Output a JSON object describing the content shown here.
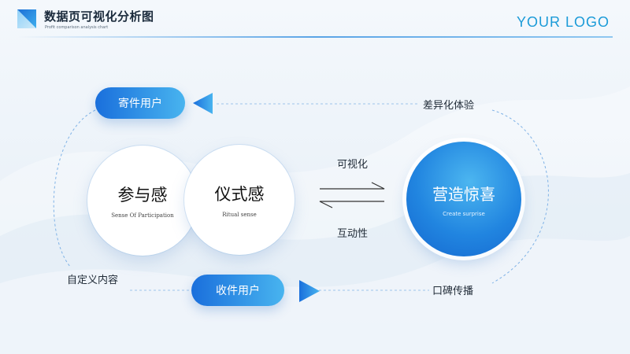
{
  "header": {
    "title": "数据页可视化分析图",
    "subtitle": "Profit comparison analysis chart",
    "brand": "YOUR LOGO"
  },
  "pills": {
    "send_user": "寄件用户",
    "receive_user": "收件用户"
  },
  "circles": {
    "participation": {
      "title": "参与感",
      "subtitle": "Sense Of Participation"
    },
    "ritual": {
      "title": "仪式感",
      "subtitle": "Ritual sense"
    },
    "surprise": {
      "title": "营造惊喜",
      "subtitle": "Create surprise"
    }
  },
  "labels": {
    "differentiation": "差异化体验",
    "customization": "自定义内容",
    "word_of_mouth": "口碑传播",
    "visualization": "可视化",
    "interaction": "互动性"
  },
  "colors": {
    "accent_dark": "#1a6fdc",
    "accent_light": "#48b4ef",
    "brand": "#1b9bd8"
  }
}
